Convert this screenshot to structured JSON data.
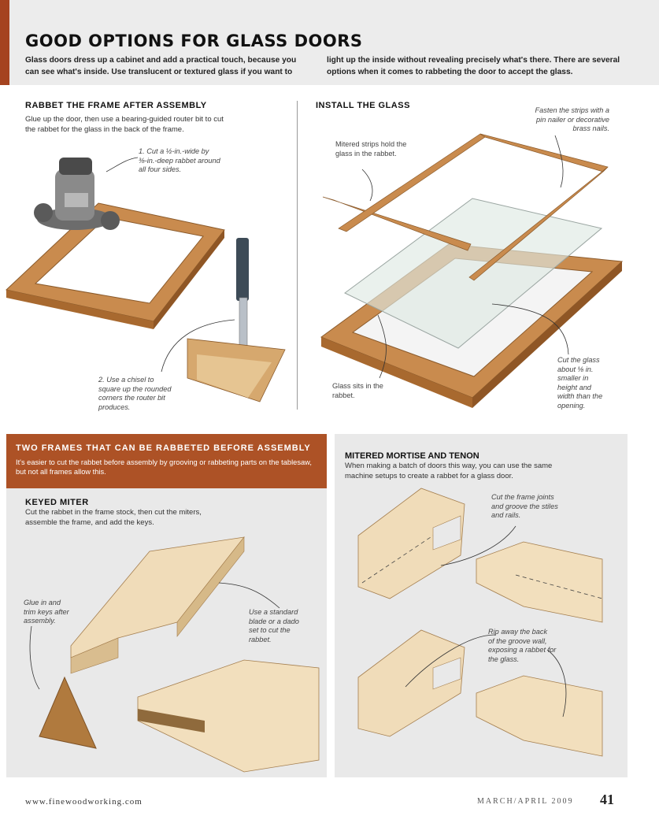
{
  "header": {
    "title": "GOOD OPTIONS FOR GLASS DOORS",
    "intro_left": "Glass doors dress up a cabinet and add a practical touch, because you can see what's inside. Use translucent or textured glass if you want to",
    "intro_right": "light up the inside without revealing precisely what's there. There are several options when it comes to rabbeting the door to accept the glass."
  },
  "rabbet_after": {
    "heading": "RABBET THE FRAME AFTER ASSEMBLY",
    "body": "Glue up the door, then use a bearing-guided router bit to cut the rabbet for the glass in the back of the frame.",
    "step1": [
      "1. Cut a ½-in.-wide by",
      "⅜-in.-deep rabbet around",
      "all four sides."
    ],
    "step2": [
      "2. Use a chisel to",
      "square up the rounded",
      "corners the router bit",
      "produces."
    ]
  },
  "install_glass": {
    "heading": "INSTALL THE GLASS",
    "fasten": [
      "Fasten the strips with a",
      "pin nailer or decorative",
      "brass nails."
    ],
    "mitered": [
      "Mitered strips hold the",
      "glass in the rabbet."
    ],
    "sits": [
      "Glass sits in the",
      "rabbet."
    ],
    "cut": [
      "Cut the glass",
      "about ⅛ in.",
      "smaller in",
      "height and",
      "width than the",
      "opening."
    ]
  },
  "two_frames": {
    "heading": "TWO FRAMES THAT CAN BE RABBETED BEFORE ASSEMBLY",
    "sub": "It's easier to cut the rabbet before assembly by grooving or rabbeting parts on the tablesaw, but not all frames allow this."
  },
  "keyed_miter": {
    "heading": "KEYED MITER",
    "body": "Cut the rabbet in the frame stock, then cut the miters, assemble the frame, and add the keys.",
    "glue": [
      "Glue in and",
      "trim keys after",
      "assembly."
    ],
    "blade": [
      "Use a standard",
      "blade or a dado",
      "set to cut the",
      "rabbet."
    ]
  },
  "mortise_tenon": {
    "heading": "MITERED MORTISE AND TENON",
    "body": "When making a batch of doors this way, you can use the same machine setups to create a rabbet for a glass door.",
    "cut_joints": [
      "Cut the frame joints",
      "and groove the stiles",
      "and rails."
    ],
    "rip": [
      "Rip away the back",
      "of the groove wall,",
      "exposing a rabbet for",
      "the glass."
    ]
  },
  "footer": {
    "url": "www.finewoodworking.com",
    "date": "MARCH/APRIL 2009",
    "page": "41"
  },
  "colors": {
    "accent": "#a5431f",
    "wood": "#d9b07a",
    "wood_dark": "#b5713a",
    "panel": "#e9e9e9"
  }
}
